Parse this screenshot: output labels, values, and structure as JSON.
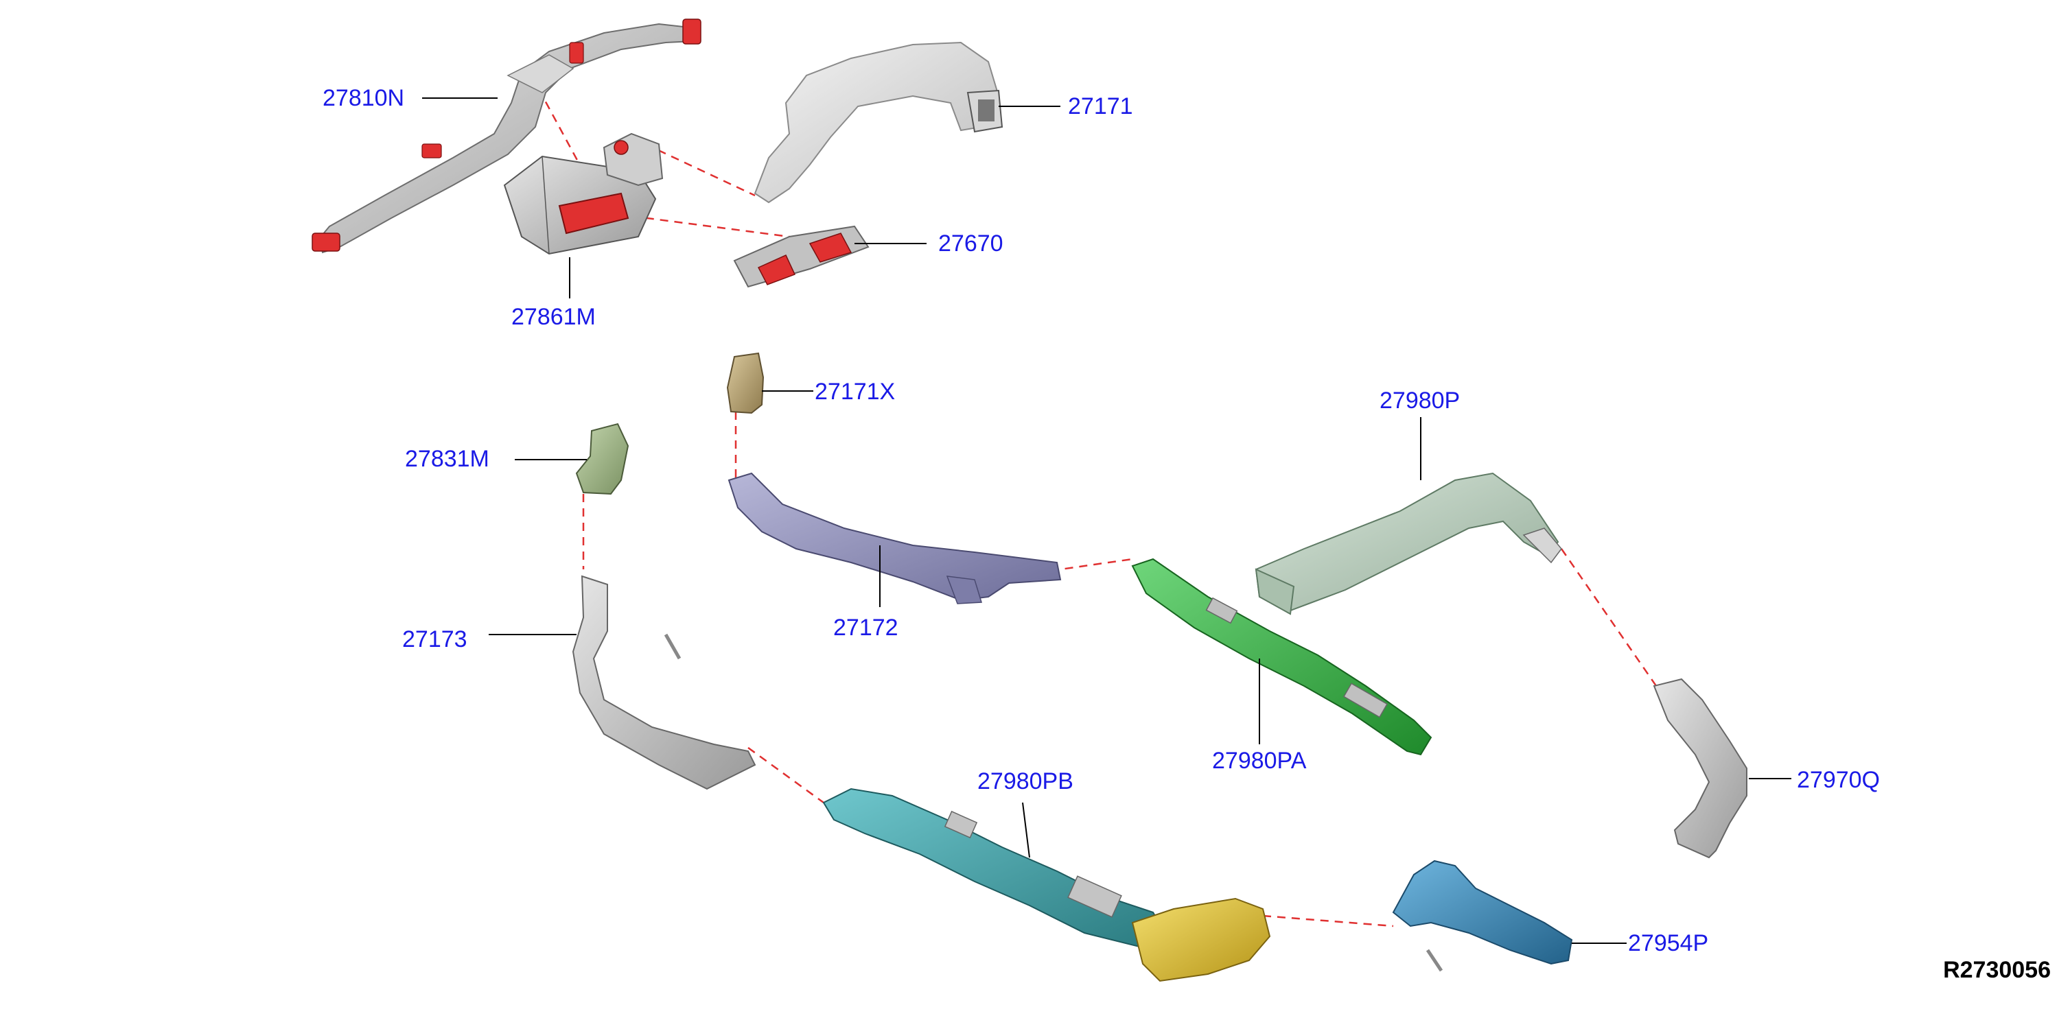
{
  "parts": [
    {
      "id": "p27810N",
      "number": "27810N",
      "color": "#c9c9c9"
    },
    {
      "id": "p27171",
      "number": "27171",
      "color": "#dcdcdc"
    },
    {
      "id": "p27670",
      "number": "27670",
      "color": "#b8b8b8"
    },
    {
      "id": "p27861M",
      "number": "27861M",
      "color": "#8a8a8a"
    },
    {
      "id": "p27171X",
      "number": "27171X",
      "color": "#b9a57a"
    },
    {
      "id": "p27831M",
      "number": "27831M",
      "color": "#9fb38a"
    },
    {
      "id": "p27980P",
      "number": "27980P",
      "color": "#b6cbb9"
    },
    {
      "id": "p27172",
      "number": "27172",
      "color": "#8f8fb8"
    },
    {
      "id": "p27173",
      "number": "27173",
      "color": "#bdbdbd"
    },
    {
      "id": "p27980PA",
      "number": "27980PA",
      "color": "#3dbb4b"
    },
    {
      "id": "p27970Q",
      "number": "27970Q",
      "color": "#c8c8c8"
    },
    {
      "id": "p27980PB",
      "number": "27980PB",
      "color": "#3f9fa6"
    },
    {
      "id": "p27954P",
      "number": "27954P",
      "color": "#3b8fc0"
    }
  ],
  "accent_red": "#e03030",
  "accent_yellow": "#e0c23a",
  "reference_code": "R2730056"
}
